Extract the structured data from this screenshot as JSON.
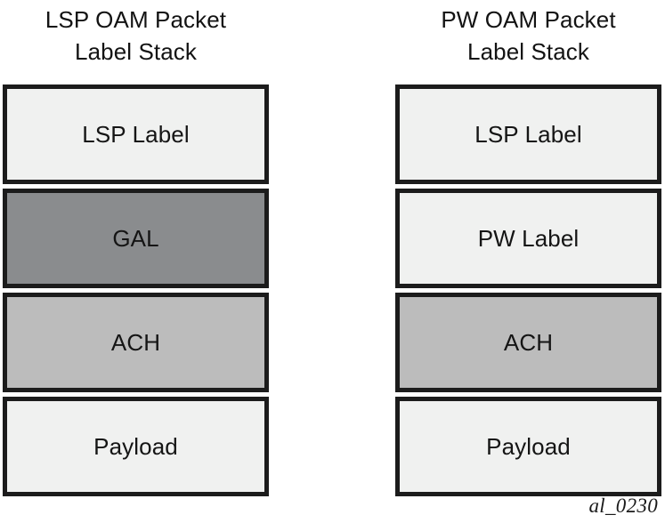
{
  "figure": {
    "caption": "al_0230",
    "colors": {
      "box_border": "#1c1c1c",
      "fill_light": "#f0f1f0",
      "fill_mid": "#bcbcbc",
      "fill_dark": "#8a8c8e",
      "background": "#ffffff",
      "text": "#151515"
    },
    "columns": [
      {
        "id": "lsp-oam",
        "title": "LSP OAM Packet\nLabel Stack",
        "title_line1": "LSP OAM Packet",
        "title_line2": "Label Stack",
        "boxes": [
          {
            "label": "LSP Label",
            "fill": "light"
          },
          {
            "label": "GAL",
            "fill": "dark"
          },
          {
            "label": "ACH",
            "fill": "mid"
          },
          {
            "label": "Payload",
            "fill": "light"
          }
        ]
      },
      {
        "id": "pw-oam",
        "title": "PW OAM Packet\nLabel Stack",
        "title_line1": "PW OAM Packet",
        "title_line2": "Label Stack",
        "boxes": [
          {
            "label": "LSP Label",
            "fill": "light"
          },
          {
            "label": "PW Label",
            "fill": "light"
          },
          {
            "label": "ACH",
            "fill": "mid"
          },
          {
            "label": "Payload",
            "fill": "light"
          }
        ]
      }
    ]
  }
}
